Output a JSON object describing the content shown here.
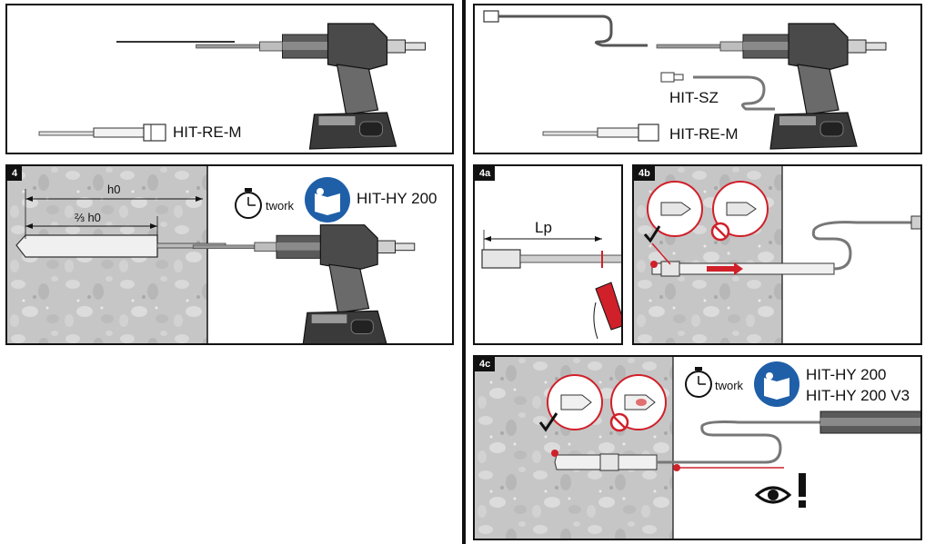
{
  "panel_1": {
    "labels": {
      "mixer": "HIT-RE-M"
    }
  },
  "panel_2": {
    "labels": {
      "extension": "HIT-SZ",
      "mixer": "HIT-RE-M"
    }
  },
  "panel_4": {
    "step": "4",
    "labels": {
      "depth": "h0",
      "two_thirds": "⅔ h0",
      "time": "twork",
      "product": "HIT-HY 200"
    }
  },
  "panel_4a": {
    "step": "4a",
    "labels": {
      "length": "Lp"
    }
  },
  "panel_4b": {
    "step": "4b"
  },
  "panel_4c": {
    "step": "4c",
    "labels": {
      "time": "twork",
      "product_1": "HIT-HY 200",
      "product_2": "HIT-HY 200 V3"
    }
  },
  "colors": {
    "accent_red": "#d0202a",
    "manual_blue": "#1f5fa8",
    "tool_dark": "#3a3a3a",
    "tool_mid": "#8a8a8a",
    "tool_light": "#cfcfcf",
    "concrete": "#c9c9c9"
  }
}
